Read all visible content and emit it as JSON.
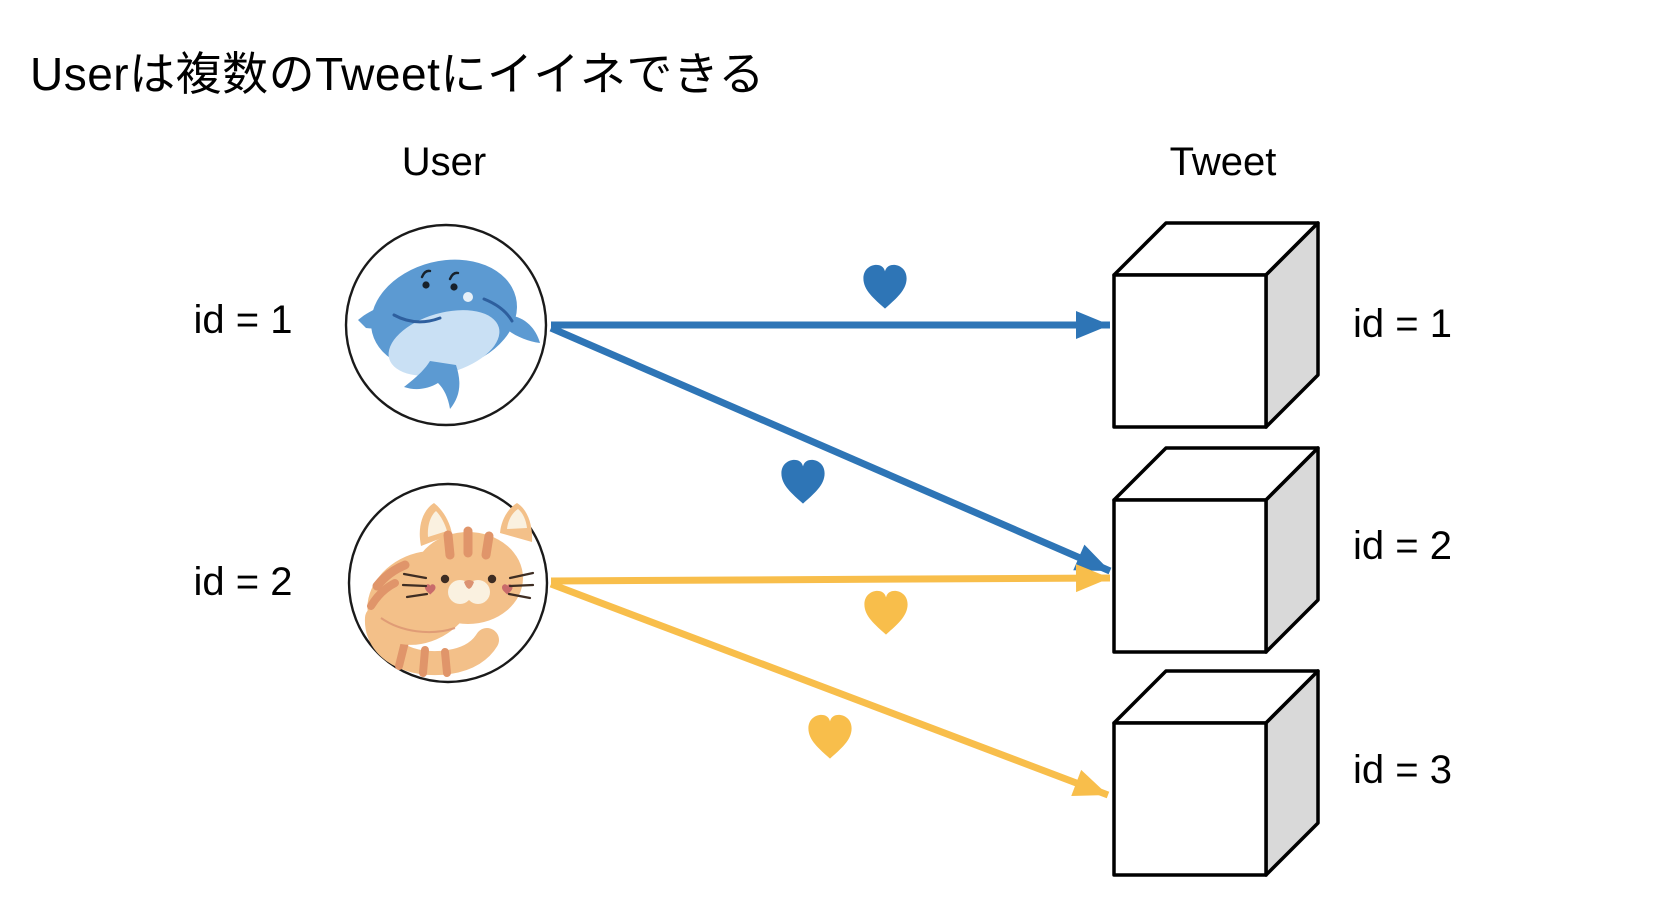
{
  "title": "Userは複数のTweetにイイネできる",
  "columns": {
    "user": {
      "heading": "User"
    },
    "tweet": {
      "heading": "Tweet"
    }
  },
  "users": [
    {
      "id_label": "id = 1",
      "avatar": "dolphin-avatar"
    },
    {
      "id_label": "id = 2",
      "avatar": "cat-avatar"
    }
  ],
  "tweets": [
    {
      "id_label": "id = 1"
    },
    {
      "id_label": "id = 2"
    },
    {
      "id_label": "id = 3"
    }
  ],
  "likes": [
    {
      "user": "id = 1",
      "tweet": "id = 1",
      "icon": "heart-icon",
      "color": "#2E75B6"
    },
    {
      "user": "id = 1",
      "tweet": "id = 2",
      "icon": "heart-icon",
      "color": "#2E75B6"
    },
    {
      "user": "id = 2",
      "tweet": "id = 2",
      "icon": "heart-icon",
      "color": "#F8BE4B"
    },
    {
      "user": "id = 2",
      "tweet": "id = 3",
      "icon": "heart-icon",
      "color": "#F8BE4B"
    }
  ],
  "colors": {
    "user1_accent": "#2E75B6",
    "user2_accent": "#F8BE4B",
    "cube_side": "#D9D9D9",
    "cube_face": "#FFFFFF",
    "outline": "#000000",
    "background": "#FFFFFF"
  }
}
